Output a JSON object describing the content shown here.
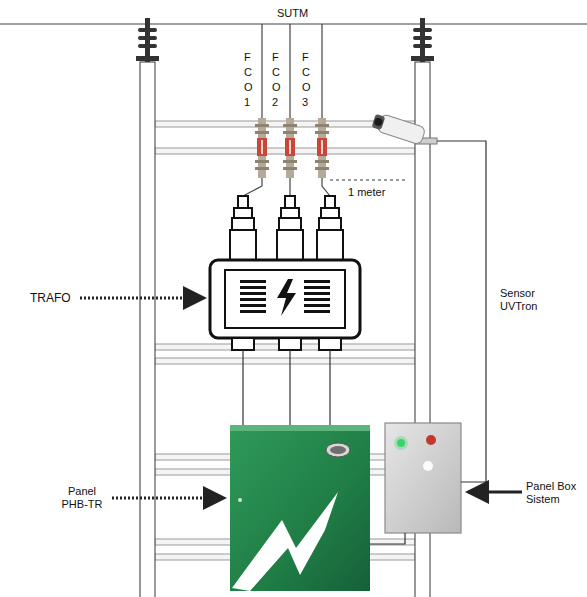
{
  "diagram": {
    "labels": [
      "SUTM",
      "FCO 1",
      "FCO 2",
      "FCO 3",
      "1 meter",
      "TRAFO",
      "Sensor UVTron",
      "Panel PHB-TR",
      "Panel Box Sistem"
    ]
  }
}
